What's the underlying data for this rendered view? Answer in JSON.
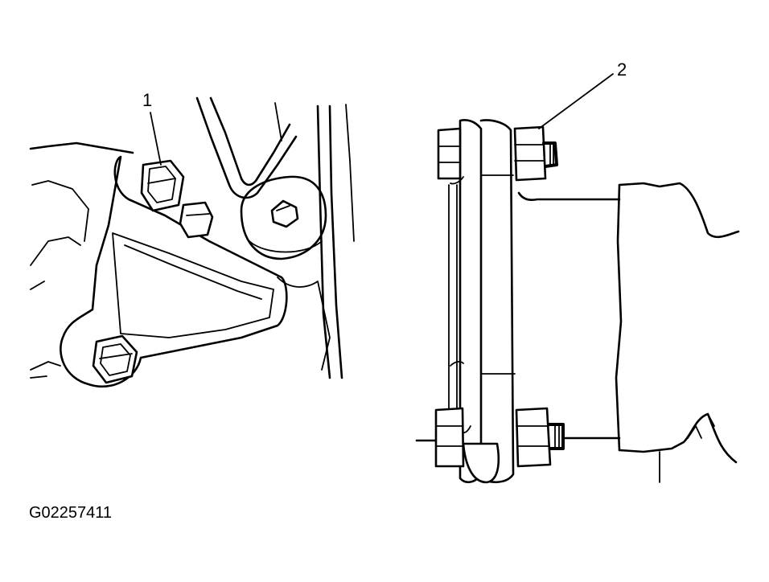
{
  "callouts": {
    "one": "1",
    "two": "2"
  },
  "figure_code": "G02257411",
  "colors": {
    "ink": "#000000",
    "paper": "#ffffff"
  }
}
